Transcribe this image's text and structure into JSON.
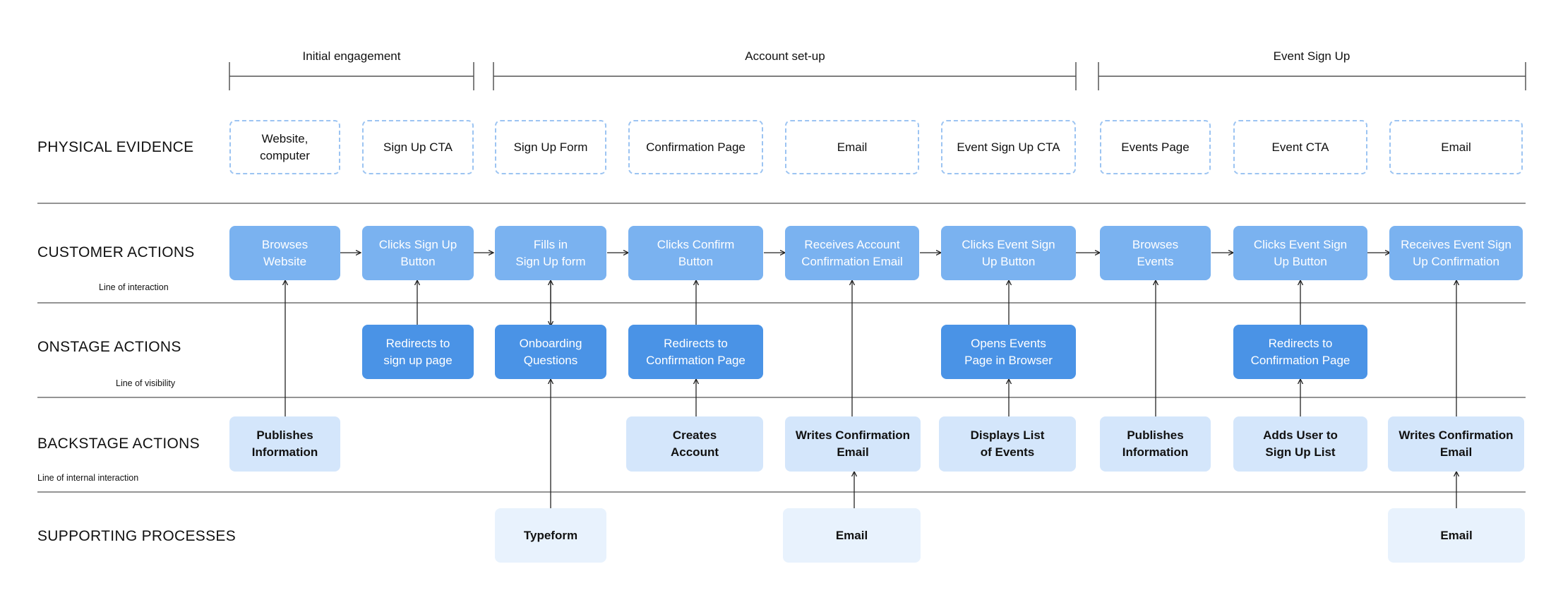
{
  "phases": {
    "initial": "Initial engagement",
    "account": "Account set-up",
    "event": "Event Sign Up"
  },
  "rows": {
    "physical": "PHYSICAL EVIDENCE",
    "customer": "CUSTOMER ACTIONS",
    "onstage": "ONSTAGE ACTIONS",
    "backstage": "BACKSTAGE ACTIONS",
    "support": "SUPPORTING PROCESSES"
  },
  "lines": {
    "interaction": "Line of interaction",
    "visibility": "Line of visibility",
    "internal": "Line of internal interaction"
  },
  "evidence": [
    "Website,\ncomputer",
    "Sign Up CTA",
    "Sign Up Form",
    "Confirmation Page",
    "Email",
    "Event Sign Up CTA",
    "Events Page",
    "Event CTA",
    "Email"
  ],
  "customer": [
    "Browses\nWebsite",
    "Clicks Sign Up\nButton",
    "Fills in\nSign Up form",
    "Clicks Confirm\nButton",
    "Receives Account\nConfirmation Email",
    "Clicks Event Sign\nUp Button",
    "Browses\nEvents",
    "Clicks Event Sign\nUp Button",
    "Receives Event Sign\nUp Confirmation"
  ],
  "onstage": [
    "Redirects to\nsign up page",
    "Onboarding\nQuestions",
    "Redirects to\nConfirmation Page",
    "Opens Events\nPage in Browser",
    "Redirects to\nConfirmation Page"
  ],
  "backstage": [
    "Publishes\nInformation",
    "Creates\nAccount",
    "Writes Confirmation\nEmail",
    "Displays List\nof Events",
    "Publishes\nInformation",
    "Adds User to\nSign Up List",
    "Writes Confirmation\nEmail"
  ],
  "support": [
    "Typeform",
    "Email",
    "Email"
  ],
  "colors": {
    "customer": "#7ab2f0",
    "onstage": "#4a93e6",
    "backstage": "#d4e6fb",
    "support": "#e8f2fd",
    "evidence_border": "#9cc4f2"
  }
}
